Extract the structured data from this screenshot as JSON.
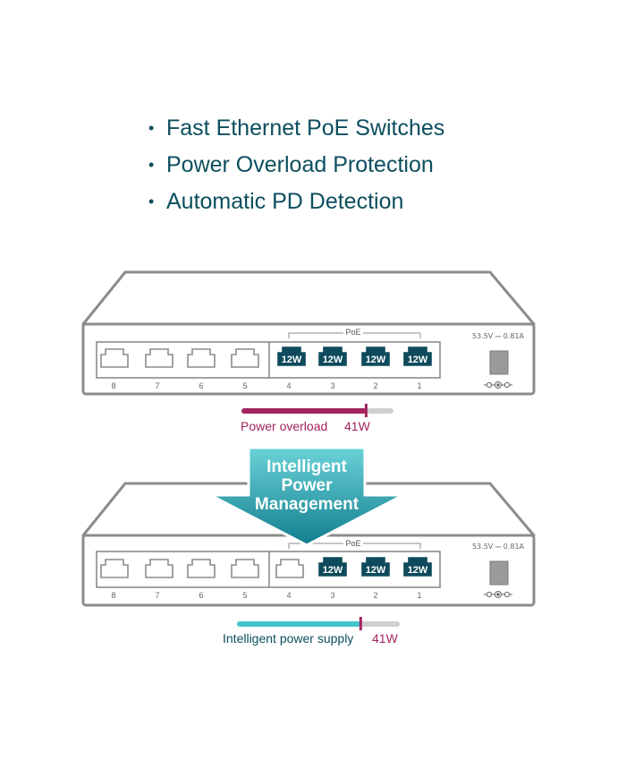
{
  "features": [
    "Fast Ethernet PoE Switches",
    "Power Overload Protection",
    "Automatic PD Detection"
  ],
  "switch_top": {
    "poe_label": "PoE",
    "rating": "53.5V ⎓ 0.81A",
    "port_numbers": [
      "8",
      "7",
      "6",
      "5",
      "4",
      "3",
      "2",
      "1"
    ],
    "poe_port_labels": [
      "12W",
      "12W",
      "12W",
      "12W"
    ],
    "bar_label": "Power overload",
    "bar_value": "41W",
    "bar_fill_fraction": 0.82
  },
  "arrow_text": [
    "Intelligent",
    "Power",
    "Management"
  ],
  "switch_bottom": {
    "poe_label": "PoE",
    "rating": "53.5V ⎓ 0.81A",
    "port_numbers": [
      "8",
      "7",
      "6",
      "5",
      "4",
      "3",
      "2",
      "1"
    ],
    "poe_port_labels": [
      "12W",
      "12W",
      "12W"
    ],
    "bar_label": "Intelligent power supply",
    "bar_value": "41W",
    "bar_fill_fraction": 0.76
  },
  "colors": {
    "text_teal": "#0c4e5e",
    "outline_gray": "#8c8c8c",
    "port_active": "#0e4a5c",
    "overload_magenta": "#a3235f",
    "supply_teal": "#43c4cc",
    "arrow_light": "#6ad3d8",
    "arrow_dark": "#127d8e"
  }
}
